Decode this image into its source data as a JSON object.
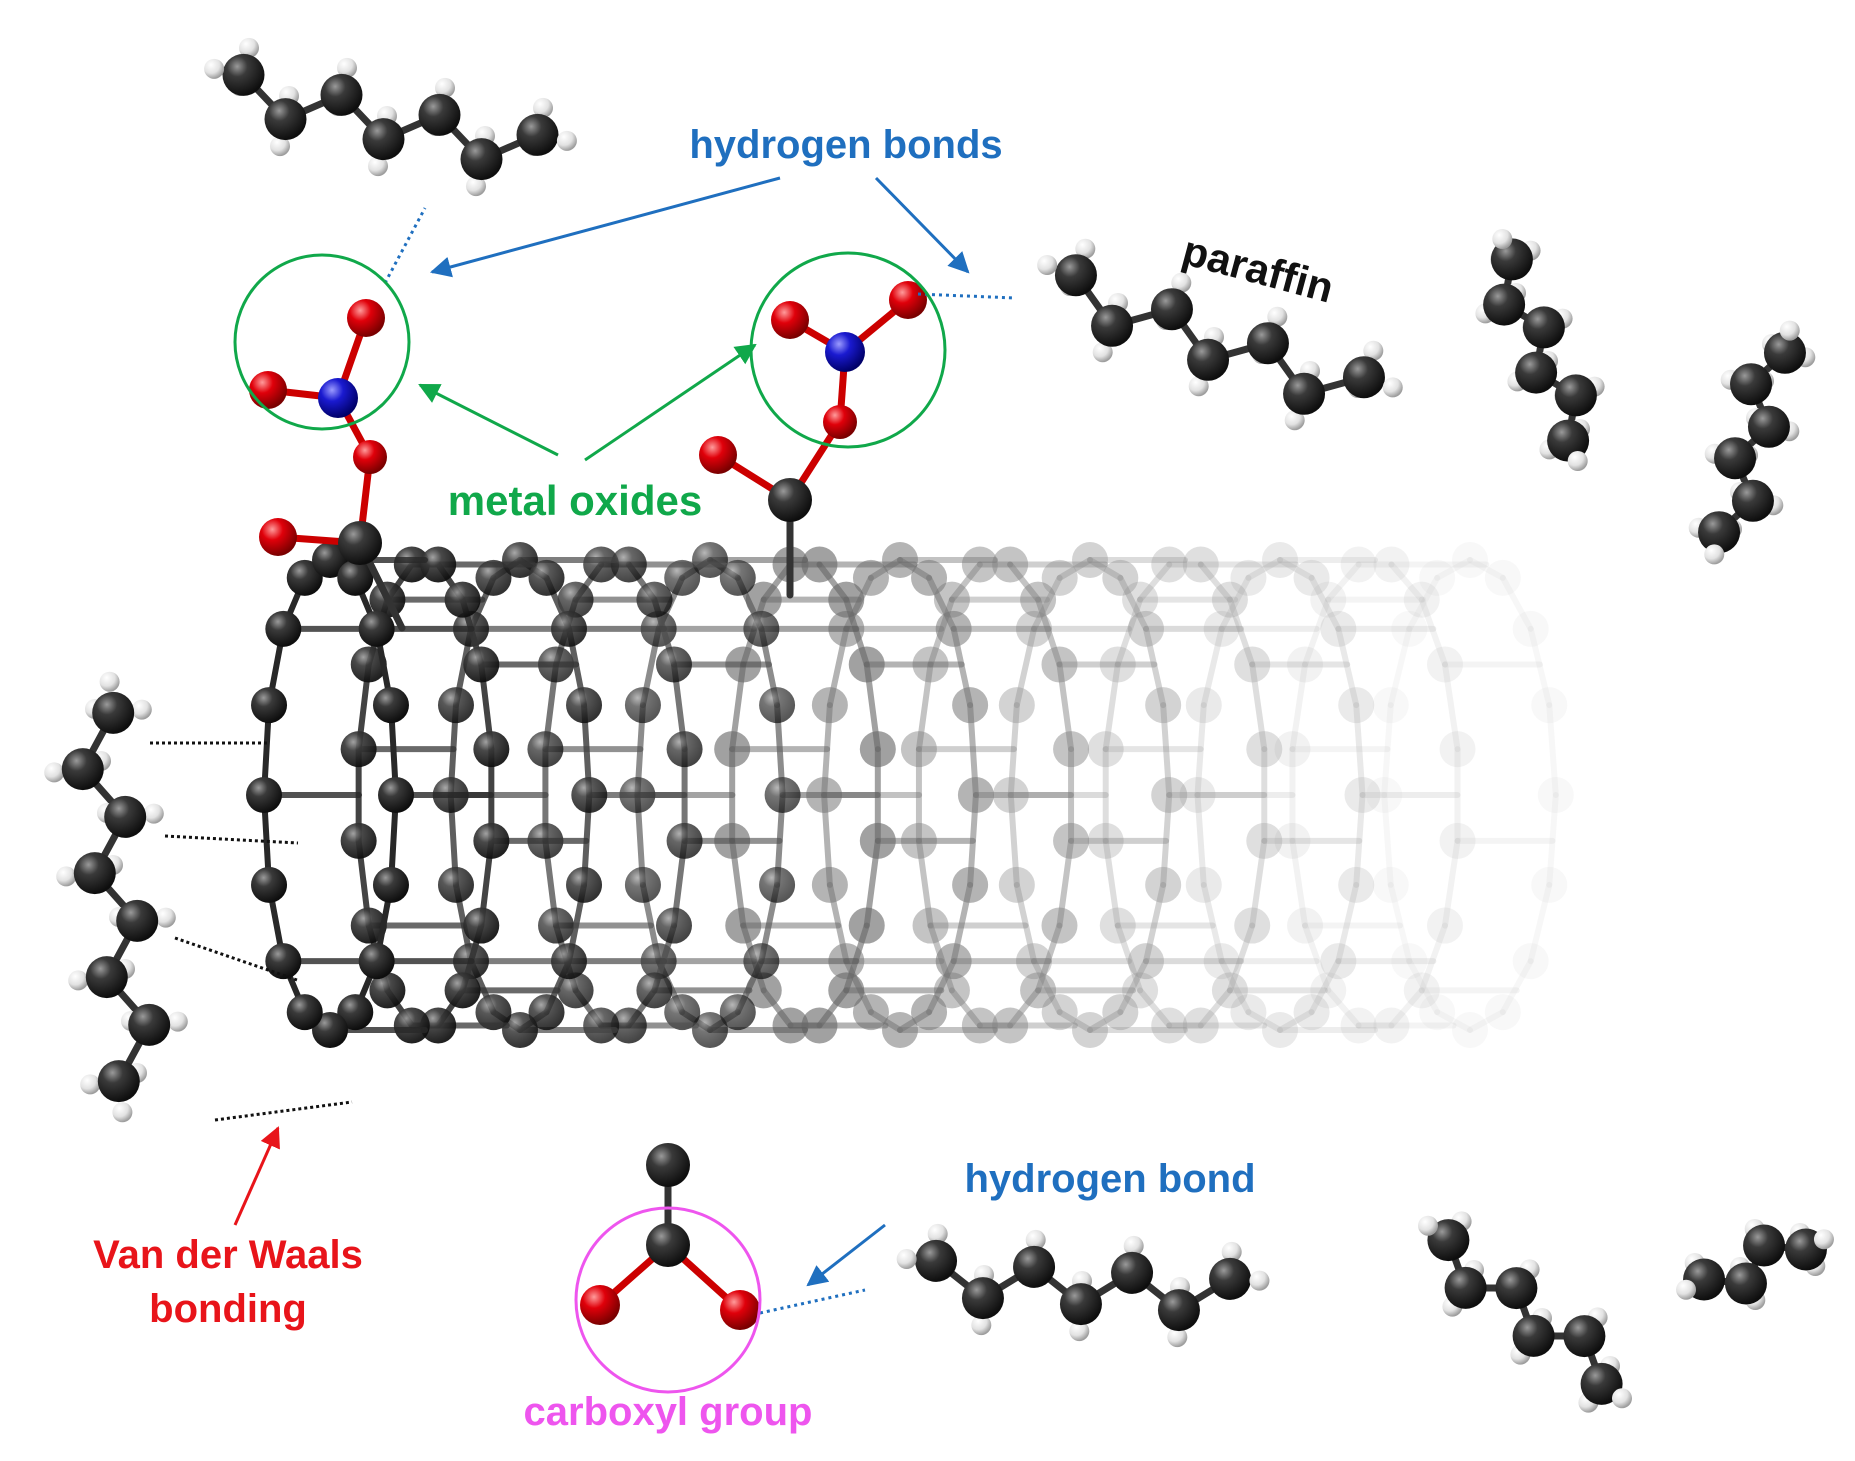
{
  "labels": {
    "hydrogen_bonds": "hydrogen bonds",
    "paraffin": "paraffin",
    "metal_oxides": "metal oxides",
    "hydrogen_bond": "hydrogen bond",
    "van_der_waals_line1": "Van der Waals",
    "van_der_waals_line2": "bonding",
    "carboxyl_group": "carboxyl group"
  },
  "colors": {
    "hydrogen_bond_label": "#1f6fbf",
    "metal_oxide_label": "#10a84a",
    "van_der_waals_label": "#e8141a",
    "carboxyl_label": "#ee55ee",
    "paraffin_label": "#111111",
    "carbon_atom": "#2a2a2a",
    "hydrogen_atom": "#e8e8e8",
    "oxygen_atom": "#e0000a",
    "nitrogen_atom": "#1a1ad0"
  }
}
